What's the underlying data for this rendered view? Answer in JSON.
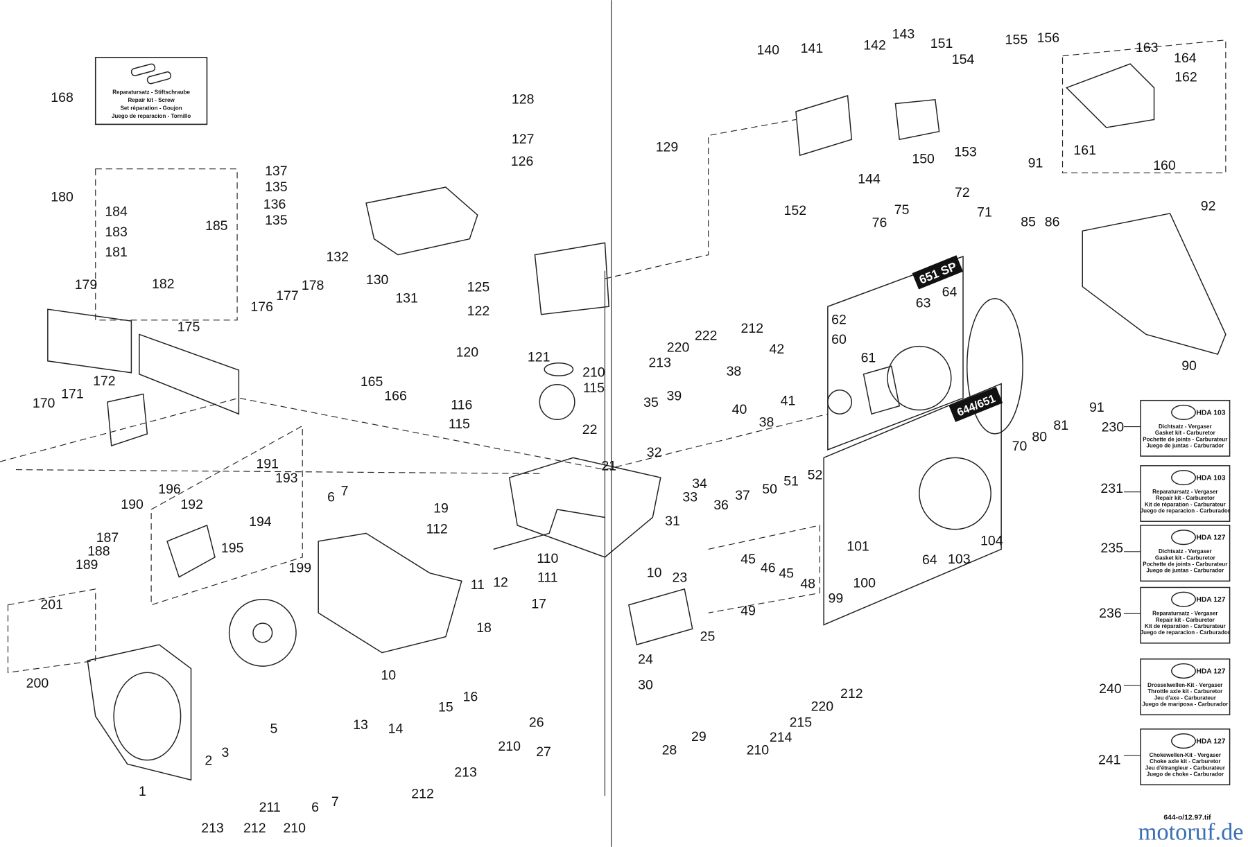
{
  "labels": [
    "168",
    "128",
    "127",
    "126",
    "129",
    "137",
    "135",
    "136",
    "135",
    "132",
    "130",
    "131",
    "125",
    "122",
    "120",
    "121",
    "210",
    "115",
    "116",
    "115",
    "22",
    "21",
    "180",
    "184",
    "185",
    "183",
    "181",
    "182",
    "179",
    "175",
    "176",
    "177",
    "178",
    "172",
    "171",
    "170",
    "165",
    "166",
    "191",
    "193",
    "190",
    "196",
    "192",
    "194",
    "195",
    "187",
    "188",
    "189",
    "199",
    "201",
    "200",
    "6",
    "7",
    "19",
    "112",
    "110",
    "111",
    "11",
    "12",
    "17",
    "18",
    "10",
    "1",
    "2",
    "3",
    "5",
    "13",
    "14",
    "15",
    "16",
    "26",
    "27",
    "210",
    "212",
    "213",
    "213",
    "212",
    "211",
    "210",
    "6",
    "7",
    "140",
    "141",
    "142",
    "143",
    "151",
    "154",
    "155",
    "156",
    "163",
    "164",
    "162",
    "161",
    "160",
    "144",
    "150",
    "153",
    "152",
    "91",
    "72",
    "71",
    "76",
    "75",
    "85",
    "86",
    "92",
    "62",
    "63",
    "64",
    "60",
    "61",
    "90",
    "91",
    "80",
    "81",
    "70",
    "212",
    "220",
    "222",
    "213",
    "42",
    "38",
    "35",
    "39",
    "40",
    "41",
    "38",
    "32",
    "34",
    "33",
    "31",
    "36",
    "37",
    "50",
    "51",
    "52",
    "230",
    "231",
    "235",
    "236",
    "240",
    "241",
    "101",
    "64",
    "103",
    "104",
    "100",
    "99",
    "45",
    "46",
    "45",
    "48",
    "49",
    "10",
    "23",
    "24",
    "25",
    "30",
    "28",
    "29",
    "210",
    "214",
    "215",
    "220",
    "212"
  ],
  "model_tags": [
    "651 SP",
    "644/651"
  ],
  "kit_168": {
    "lines": [
      "Reparatursatz - Stiftschraube",
      "Repair kit - Screw",
      "Set réparation - Goujon",
      "Juego de reparacion - Tornillo"
    ]
  },
  "kits": [
    {
      "code": "HDA 103",
      "lines": [
        "Dichtsatz - Vergaser",
        "Gasket kit - Carburetor",
        "Pochette de joints - Carburateur",
        "Juego de juntas - Carburador"
      ]
    },
    {
      "code": "HDA 103",
      "lines": [
        "Reparatursatz - Vergaser",
        "Repair kit - Carburetor",
        "Kit de réparation - Carburateur",
        "Juego de reparacion - Carburador"
      ]
    },
    {
      "code": "HDA 127",
      "lines": [
        "Dichtsatz - Vergaser",
        "Gasket kit - Carburetor",
        "Pochette de joints - Carburateur",
        "Juego de juntas - Carburador"
      ]
    },
    {
      "code": "HDA 127",
      "lines": [
        "Reparatursatz - Vergaser",
        "Repair kit - Carburetor",
        "Kit de réparation - Carburateur",
        "Juego de reparacion - Carburador"
      ]
    },
    {
      "code": "HDA 127",
      "lines": [
        "Drosselwellen-Kit - Vergaser",
        "Throttle axle kit - Carburetor",
        "Jeu d'axe - Carburateur",
        "Juego de mariposa - Carburador"
      ]
    },
    {
      "code": "HDA 127",
      "lines": [
        "Chokewellen-Kit - Vergaser",
        "Choke axle kit - Carburetor",
        "Jeu d'étrangleur - Carburateur",
        "Juego de choke - Carburador"
      ]
    }
  ],
  "footer": {
    "file": "644-o/12.97.tif",
    "logo": "motoruf.de"
  },
  "colors": {
    "ink": "#111111",
    "logo_m": "#3a6fb5",
    "logo_o1": "#5aa03c",
    "logo_t": "#d03a3a",
    "logo_o2": "#e07bb0",
    "logo_r": "#e8902a",
    "logo_u": "#f0b020",
    "logo_f": "#d09020"
  }
}
